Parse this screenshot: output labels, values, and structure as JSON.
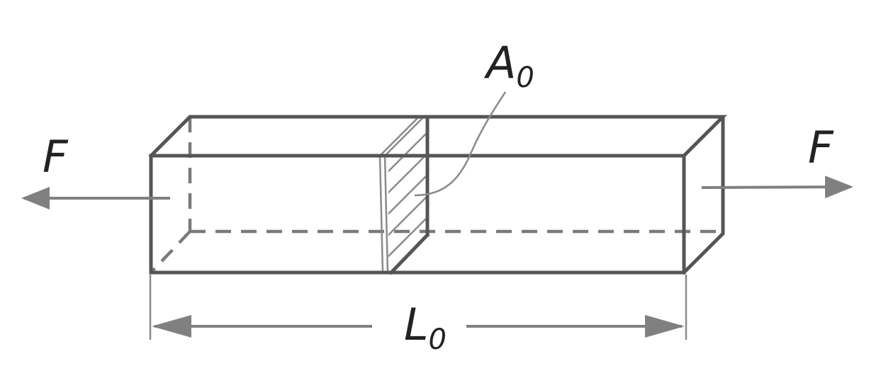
{
  "labels": {
    "force_left": "F",
    "force_right": "F",
    "area_main": "A",
    "area_sub": "0",
    "length_main": "L",
    "length_sub": "0"
  },
  "colors": {
    "edge": "#555555",
    "annotation": "#808080",
    "text": "#222222",
    "background": "#ffffff"
  }
}
